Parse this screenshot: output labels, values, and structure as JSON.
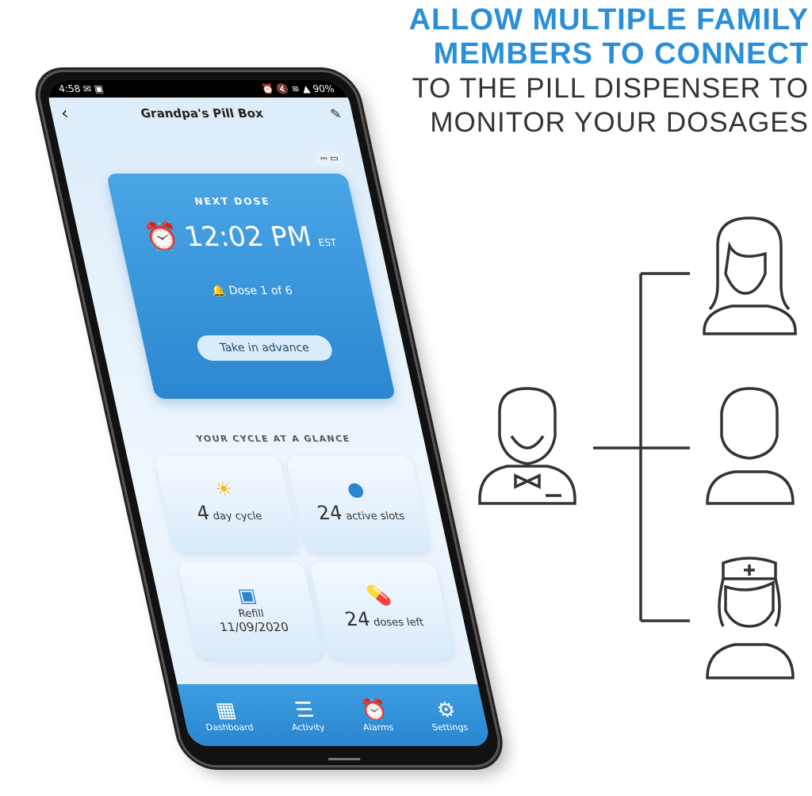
{
  "headline": {
    "line1": "ALLOW MULTIPLE FAMILY",
    "line2": "MEMBERS TO CONNECT",
    "line3": "TO THE PILL DISPENSER TO",
    "line4": "MONITOR YOUR DOSAGES"
  },
  "status": {
    "time": "4:58",
    "battery": "90%",
    "left_icons": "✉ ▣",
    "right_icons": "⏰ 🔇 ≋ ▲"
  },
  "header": {
    "title": "Grandpa's Pill Box",
    "back": "‹",
    "edit": "✎"
  },
  "device_status": "⎓ ▭",
  "next_dose": {
    "label": "NEXT DOSE",
    "time": "12:02 PM",
    "tz": "EST",
    "dose": "Dose 1 of 6",
    "advance_button": "Take in advance"
  },
  "glance": {
    "title": "YOUR CYCLE AT A GLANCE",
    "tiles": [
      {
        "number": "4",
        "text": "day cycle",
        "icon": "sun-icon"
      },
      {
        "number": "24",
        "text": "active slots",
        "icon": "dial-icon"
      },
      {
        "number": "",
        "text": "Refill",
        "sub": "11/09/2020",
        "icon": "calendar-x-icon"
      },
      {
        "number": "24",
        "text": "doses left",
        "icon": "pill-icon"
      }
    ]
  },
  "nav": [
    {
      "label": "Dashboard",
      "icon": "grid-icon"
    },
    {
      "label": "Activity",
      "icon": "clipboard-icon"
    },
    {
      "label": "Alarms",
      "icon": "alarm-icon"
    },
    {
      "label": "Settings",
      "icon": "gear-icon"
    }
  ],
  "colors": {
    "accent": "#2a8fd8",
    "dark": "#333333",
    "sun": "#f5b91a"
  }
}
